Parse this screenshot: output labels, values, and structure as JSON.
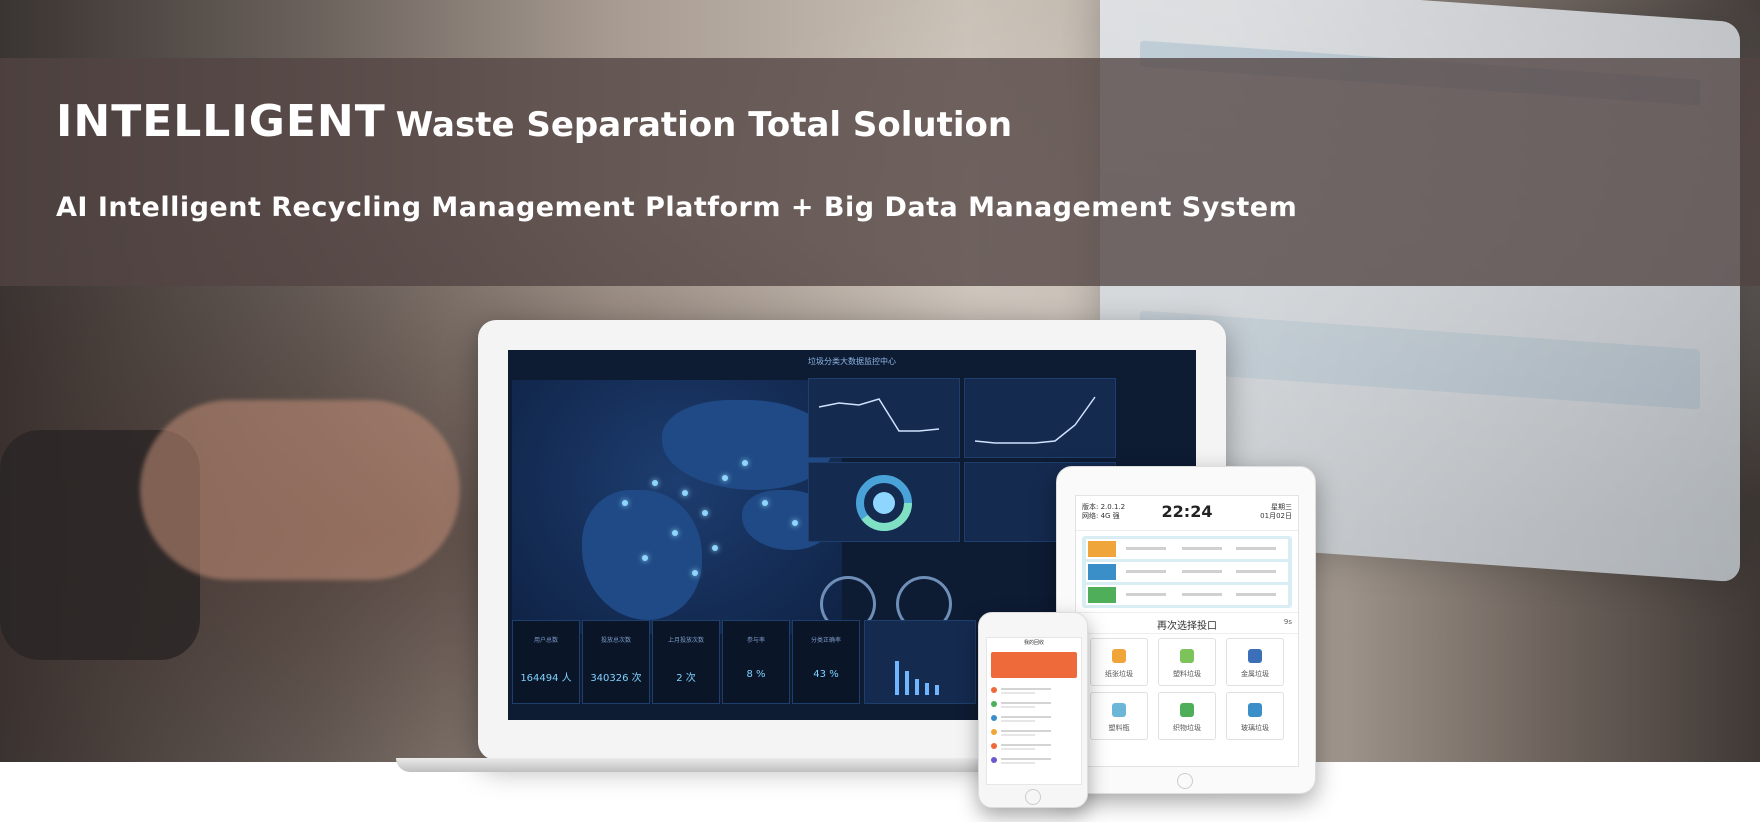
{
  "banner": {
    "title_big": "INTELLIGENT",
    "title_rest": "Waste Separation Total Solution",
    "subtitle": "AI Intelligent Recycling Management Platform + Big Data Management System"
  },
  "monitor": {
    "screen_title": "垃圾分类大数据监控中心",
    "stats": [
      {
        "label": "用户总数",
        "value": "164494 人"
      },
      {
        "label": "投放总次数",
        "value": "340326 次"
      },
      {
        "label": "上月投放次数",
        "value": "2 次"
      },
      {
        "label": "参与率",
        "value": "8 %"
      },
      {
        "label": "分类正确率",
        "value": "43 %"
      }
    ]
  },
  "tablet": {
    "info_left": "版本: 2.0.1.2",
    "info_left2": "网络: 4G 强",
    "time": "22:24",
    "info_right": "星期三",
    "info_right2": "01月02日",
    "bar_title": "再次选择投口",
    "bar_countdown": "9s",
    "bins": [
      {
        "label": "纸张垃圾",
        "color": "#f0a53a"
      },
      {
        "label": "塑料垃圾",
        "color": "#7cc35a"
      },
      {
        "label": "金属垃圾",
        "color": "#3b6fb7"
      },
      {
        "label": "塑料瓶",
        "color": "#6cb7d8"
      },
      {
        "label": "织物垃圾",
        "color": "#4fae5a"
      },
      {
        "label": "玻璃垃圾",
        "color": "#3a8fc8"
      }
    ]
  },
  "phone": {
    "header": "我的回收"
  },
  "colors": {
    "banner_bg": "#524442",
    "screen_bg": "#0d1b33",
    "accent_orange": "#ef6a3a"
  }
}
